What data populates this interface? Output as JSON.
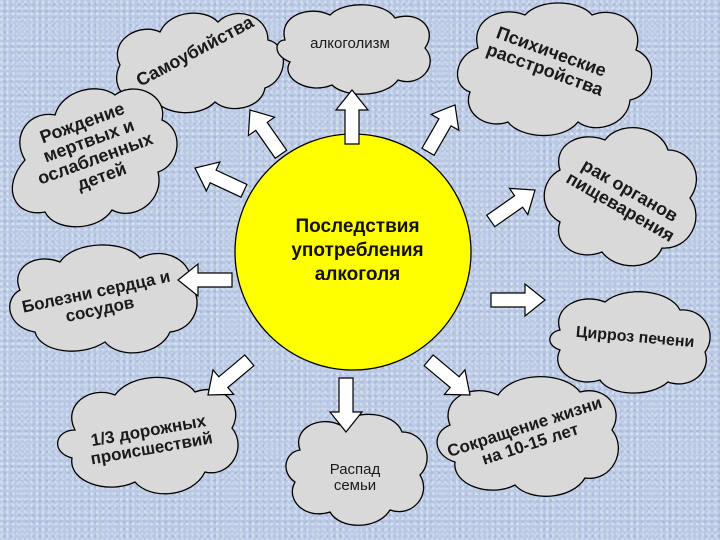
{
  "center": {
    "lines": [
      "Последствия",
      "употребления",
      "алкоголя"
    ]
  },
  "consequences": {
    "suicide": "Самоубийства",
    "alcoholism": "алкоголизм",
    "mental": [
      "Психические",
      "расстройства"
    ],
    "stillborn": [
      "Рождение",
      "мертвых и",
      "ослабленных",
      "детей"
    ],
    "cancer": [
      "рак органов",
      "пищеварения"
    ],
    "heart": [
      "Болезни сердца и",
      "сосудов"
    ],
    "cirrhosis": "Цирроз печени",
    "accidents": [
      "1/3 дорожных",
      "происшествий"
    ],
    "family": [
      "Распад",
      "семьи"
    ],
    "lifespan": [
      "Сокращение жизни",
      "на 10-15 лет"
    ]
  },
  "colors": {
    "center_fill": "#ffff00",
    "cloud_fill": "#d9d9d9",
    "arrow_fill": "#ffffff",
    "outline": "#000000"
  }
}
